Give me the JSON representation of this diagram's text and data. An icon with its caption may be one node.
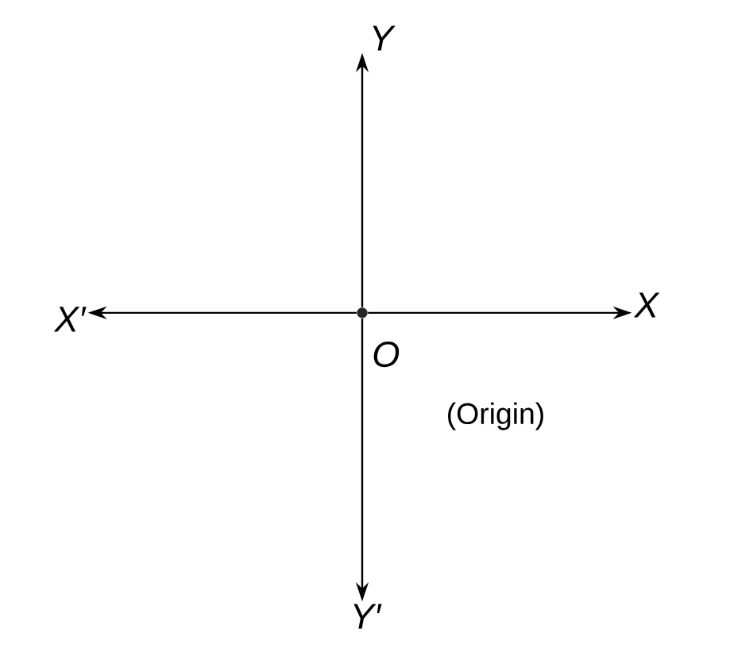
{
  "diagram": {
    "nodes": [
      {
        "text": [],
        "shape": "circle",
        "beside": [
          "O",
          "(Origin)"
        ]
      },
      {
        "text": [
          "Y"
        ]
      },
      {
        "text": [
          "X′"
        ]
      },
      {
        "text": [
          "X"
        ]
      },
      {
        "text": [
          "Y′"
        ]
      }
    ],
    "edges": [
      {
        "from": 0,
        "to": 1,
        "arrow": "to"
      },
      {
        "from": 0,
        "to": 2,
        "arrow": "to"
      },
      {
        "from": 0,
        "to": 3,
        "arrow": "to"
      },
      {
        "from": 0,
        "to": 4,
        "arrow": "to"
      }
    ]
  }
}
